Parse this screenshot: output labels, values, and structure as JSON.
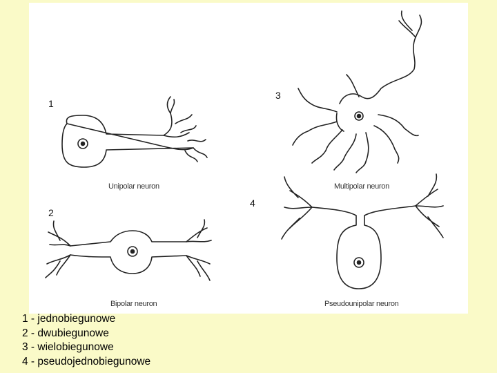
{
  "labels": {
    "n1": "1",
    "n2": "2",
    "n3": "3",
    "n4": "4"
  },
  "captions": {
    "unipolar": "Unipolar neuron",
    "bipolar": "Bipolar neuron",
    "multipolar": "Multipolar neuron",
    "pseudounipolar": "Pseudounipolar neuron"
  },
  "legend": [
    "1 - jednobiegunowe",
    "2 - dwubiegunowe",
    "3 - wielobiegunowe",
    "4 - pseudojednobiegunowe"
  ],
  "colors": {
    "slide_background": "#fafac8",
    "figure_background": "#ffffff",
    "line": "#222222"
  }
}
